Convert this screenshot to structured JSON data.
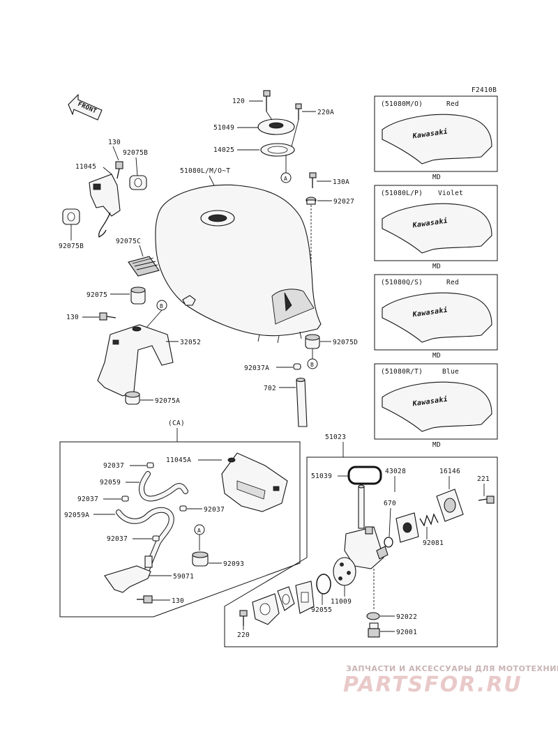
{
  "figure_code": "F2410B",
  "front_label": "FRONT",
  "parts": {
    "p120": "120",
    "p220A": "220A",
    "p51049": "51049",
    "p14025": "14025",
    "p130A": "130A",
    "p92027": "92027",
    "p51080": "51080L/M/O~T",
    "p130_top": "130",
    "p92075B_top": "92075B",
    "p11045": "11045",
    "p92075B_bot": "92075B",
    "p92075C": "92075C",
    "p92075": "92075",
    "p130_mid": "130",
    "p32052": "32052",
    "p92075A": "92075A",
    "p92075D": "92075D",
    "p92037A": "92037A",
    "p702": "702",
    "pCA": "(CA)",
    "p92037_1": "92037",
    "p11045A": "11045A",
    "p92059": "92059",
    "p92037_2": "92037",
    "p92037_3": "92037",
    "p92059A": "92059A",
    "p92037_4": "92037",
    "p92093": "92093",
    "p59071": "59071",
    "p130_bot": "130",
    "p51023": "51023",
    "p51039": "51039",
    "p43028": "43028",
    "p16146": "16146",
    "p221": "221",
    "p670": "670",
    "p92081": "92081",
    "p11009": "11009",
    "p92055": "92055",
    "p92022": "92022",
    "p92001": "92001",
    "p220": "220"
  },
  "callouts": {
    "A1": "A",
    "B1": "B",
    "B2": "B",
    "A2": "A"
  },
  "variants": [
    {
      "code": "(51080M/O)",
      "color": "Red",
      "sub": "MD",
      "brand": "Kawasaki"
    },
    {
      "code": "(51080L/P)",
      "color": "Violet",
      "sub": "MD",
      "brand": "Kawasaki"
    },
    {
      "code": "(51080Q/S)",
      "color": "Red",
      "sub": "MD",
      "brand": "Kawasaki"
    },
    {
      "code": "(51080R/T)",
      "color": "Blue",
      "sub": "MD",
      "brand": "Kawasaki"
    }
  ],
  "watermark": {
    "line1": "ЗАПЧАСТИ И АКСЕССУАРЫ ДЛЯ МОТОТЕХНИКИ",
    "line2": "PARTSFOR.RU"
  }
}
